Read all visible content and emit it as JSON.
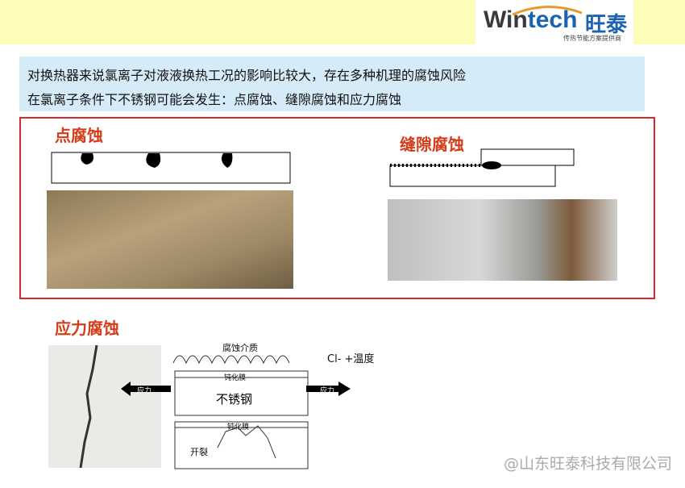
{
  "logo": {
    "brand_prefix": "Win",
    "brand_suffix": "tech",
    "brand_cn": "旺泰",
    "tagline": "传热节能方案提供商"
  },
  "intro": {
    "line1": "对换热器来说氯离子对液液换热工况的影响比较大，存在多种机理的腐蚀风险",
    "line2": "在氯离子条件下不锈钢可能会发生：点腐蚀、缝隙腐蚀和应力腐蚀"
  },
  "pitting": {
    "title": "点腐蚀"
  },
  "crevice": {
    "title": "缝隙腐蚀"
  },
  "stress": {
    "title": "应力腐蚀",
    "medium": "腐蚀介质",
    "condition": "Cl- +温度",
    "passive_film": "钝化膜",
    "steel": "不锈钢",
    "stress_left": "应力",
    "stress_right": "应力",
    "passive_film2": "钝化膜",
    "crack": "开裂"
  },
  "watermark": "@山东旺泰科技有限公司"
}
